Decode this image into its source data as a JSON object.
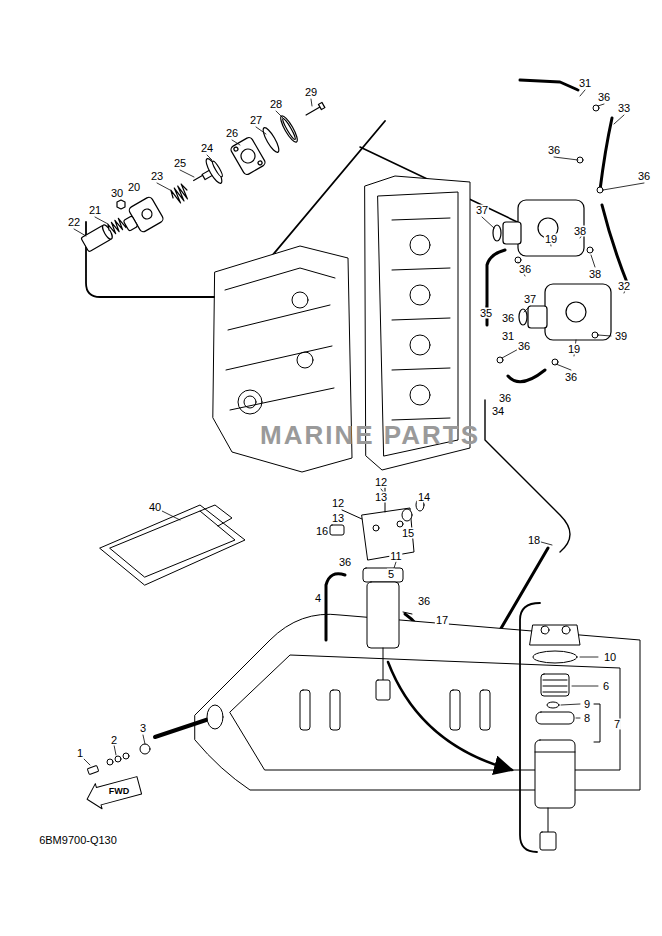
{
  "diagram": {
    "labels": [
      "29",
      "28",
      "27",
      "26",
      "24",
      "25",
      "23",
      "30",
      "20",
      "22",
      "21",
      "31",
      "36",
      "33",
      "36",
      "36",
      "37",
      "38",
      "19",
      "38",
      "36",
      "35",
      "32",
      "37",
      "36",
      "31",
      "39",
      "36",
      "19",
      "36",
      "36",
      "34",
      "40",
      "12",
      "13",
      "14",
      "12",
      "13",
      "15",
      "16",
      "11",
      "5",
      "4",
      "36",
      "36",
      "17",
      "18",
      "10",
      "6",
      "9",
      "8",
      "7",
      "2",
      "3",
      "1",
      "FWD",
      "6BM9700-Q130",
      "MARINE PARTS"
    ]
  }
}
